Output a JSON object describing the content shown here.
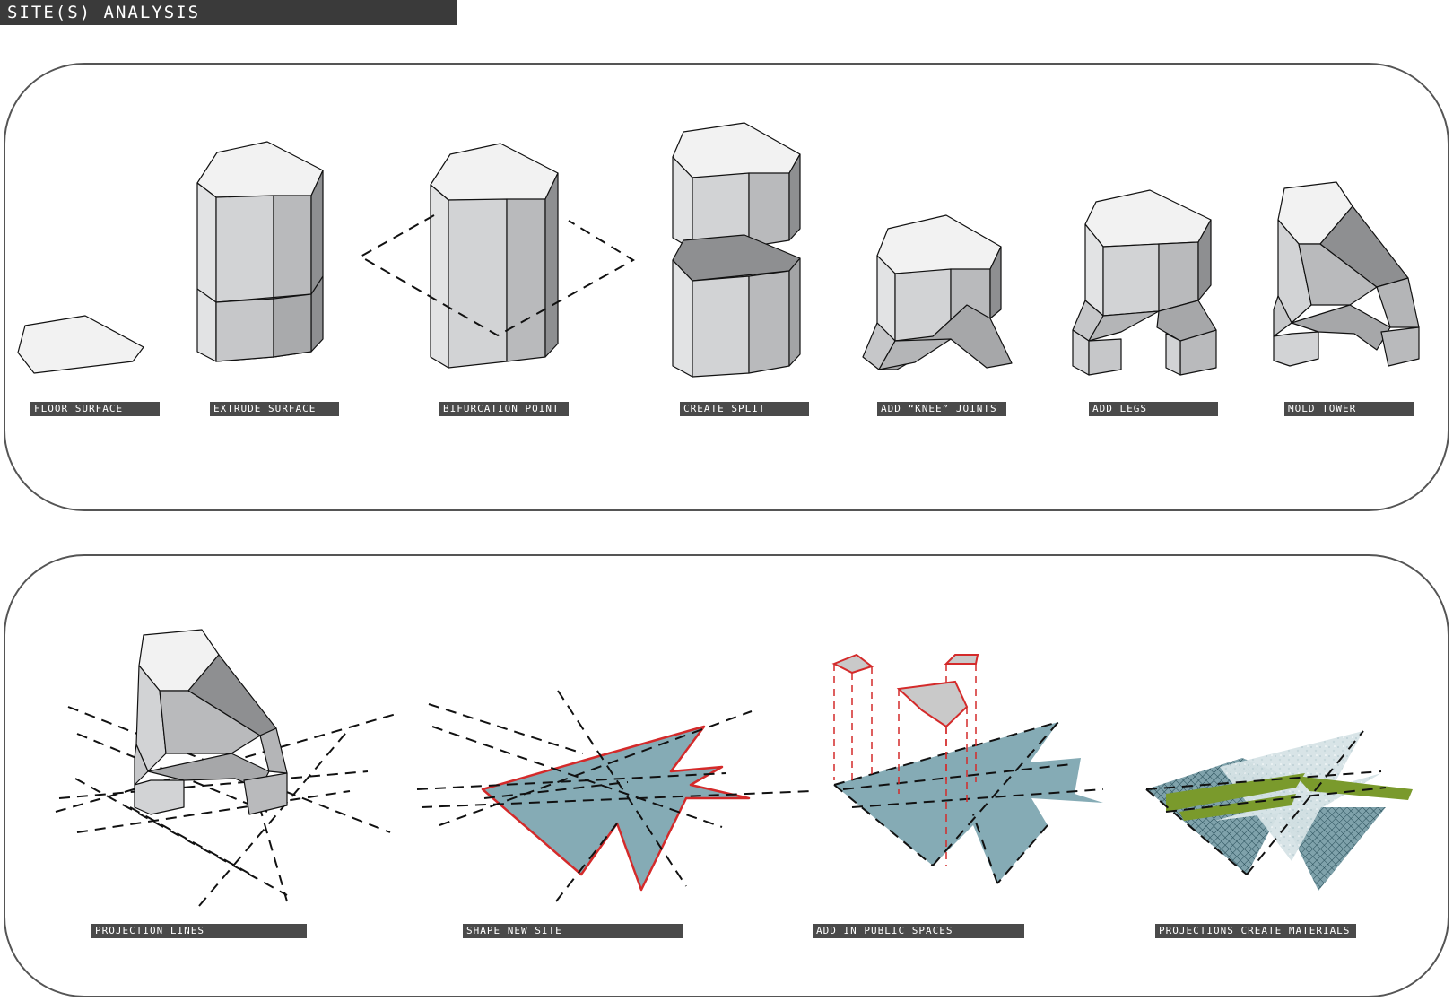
{
  "header": {
    "title": "SITE(S) ANALYSIS"
  },
  "steps_top": [
    {
      "label": "FLOOR SURFACE"
    },
    {
      "label": "EXTRUDE SURFACE"
    },
    {
      "label": "BIFURCATION POINT"
    },
    {
      "label": "CREATE SPLIT"
    },
    {
      "label": "ADD “KNEE” JOINTS"
    },
    {
      "label": "ADD LEGS"
    },
    {
      "label": "MOLD TOWER"
    }
  ],
  "steps_bottom": [
    {
      "label": "PROJECTION LINES"
    },
    {
      "label": "SHAPE NEW SITE"
    },
    {
      "label": "ADD IN PUBLIC SPACES"
    },
    {
      "label": "PROJECTIONS CREATE MATERIALS"
    }
  ],
  "colors": {
    "header_bg": "#3a3a3a",
    "label_bg": "#4a4a4a",
    "top_face": "#f2f2f2",
    "light_face": "#d2d3d5",
    "mid_face": "#b9babc",
    "dark_face": "#8e8f91",
    "site_blue": "#85abb5",
    "site_outline": "#d42a2a",
    "green": "#7a9a2c"
  }
}
